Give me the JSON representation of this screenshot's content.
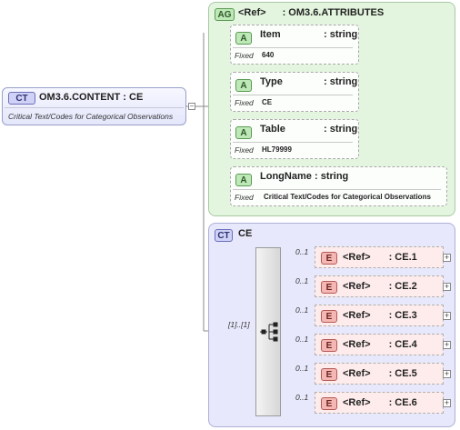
{
  "complex_type": {
    "badge": "CT",
    "name": "OM3.6.CONTENT : CE",
    "documentation": "Critical Text/Codes for Categorical Observations"
  },
  "attribute_group": {
    "badge": "AG",
    "ref_label": "<Ref>",
    "name": ": OM3.6.ATTRIBUTES",
    "attributes": [
      {
        "badge": "A",
        "name": "Item",
        "type": ": string",
        "fixed_label": "Fixed",
        "fixed_value": "640"
      },
      {
        "badge": "A",
        "name": "Type",
        "type": ": string",
        "fixed_label": "Fixed",
        "fixed_value": "CE"
      },
      {
        "badge": "A",
        "name": "Table",
        "type": ": string",
        "fixed_label": "Fixed",
        "fixed_value": "HL79999"
      },
      {
        "badge": "A",
        "name": "LongName",
        "type": ": string",
        "fixed_label": "Fixed",
        "fixed_value": "Critical Text/Codes for Categorical Observations"
      }
    ]
  },
  "ce_type": {
    "badge": "CT",
    "name": "CE",
    "sequence_cardinality": "[1]..[1]",
    "elements": [
      {
        "badge": "E",
        "ref": "<Ref>",
        "name": ": CE.1",
        "cardinality": "0..1",
        "expand": "+"
      },
      {
        "badge": "E",
        "ref": "<Ref>",
        "name": ": CE.2",
        "cardinality": "0..1",
        "expand": "+"
      },
      {
        "badge": "E",
        "ref": "<Ref>",
        "name": ": CE.3",
        "cardinality": "0..1",
        "expand": "+"
      },
      {
        "badge": "E",
        "ref": "<Ref>",
        "name": ": CE.4",
        "cardinality": "0..1",
        "expand": "+"
      },
      {
        "badge": "E",
        "ref": "<Ref>",
        "name": ": CE.5",
        "cardinality": "0..1",
        "expand": "+"
      },
      {
        "badge": "E",
        "ref": "<Ref>",
        "name": ": CE.6",
        "cardinality": "0..1",
        "expand": "+"
      }
    ]
  },
  "collapse_symbol": "−"
}
